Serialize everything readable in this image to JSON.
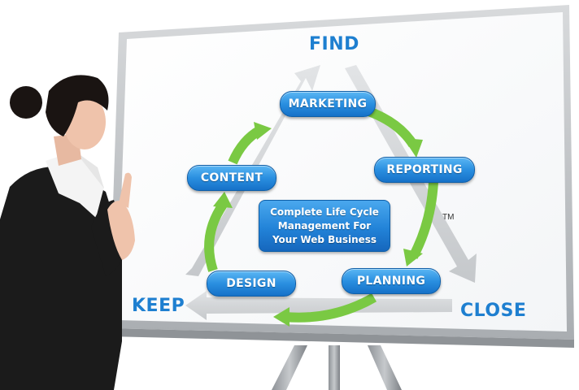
{
  "diagram": {
    "corners": {
      "top": "FIND",
      "left": "KEEP",
      "right": "CLOSE"
    },
    "stages": {
      "marketing": "MARKETING",
      "reporting": "REPORTING",
      "planning": "PLANNING",
      "design": "DESIGN",
      "content": "CONTENT"
    },
    "center": {
      "line1": "Complete Life Cycle",
      "line2": "Management For",
      "line3": "Your Web Business"
    },
    "trademark": "TM"
  },
  "colors": {
    "accent_blue": "#1e7fd0",
    "pill_blue": "#2a8fe0",
    "cycle_green": "#7ac943",
    "grey_arrow": "#c9cdd1",
    "suit": "#1a1a1a"
  }
}
